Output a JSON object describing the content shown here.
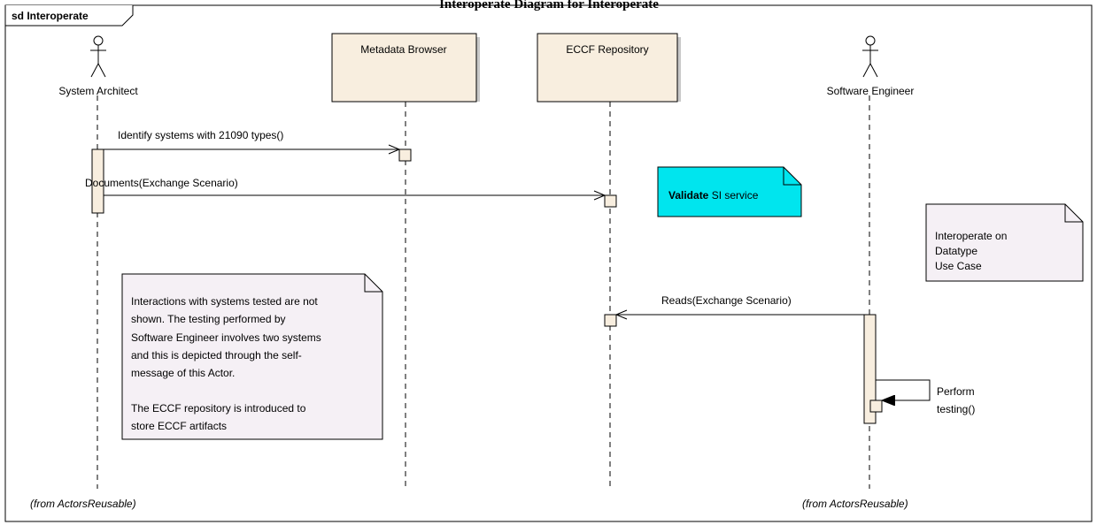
{
  "title_partial": "Interoperate Diagram for Interoperate",
  "frame": {
    "label": "sd Interoperate"
  },
  "actors": {
    "system_architect": {
      "name": "System Architect",
      "origin": "(from ActorsReusable)"
    },
    "software_engineer": {
      "name": "Software Engineer",
      "origin": "(from ActorsReusable)"
    }
  },
  "objects": {
    "metadata_browser": {
      "name": "Metadata Browser"
    },
    "eccf_repository": {
      "name": "ECCF Repository"
    }
  },
  "messages": {
    "identify": "Identify systems with 21090 types()",
    "documents": "Documents(Exchange Scenario)",
    "reads": "Reads(Exchange Scenario)",
    "perform_line1": "Perform",
    "perform_line2": "testing()"
  },
  "notes": {
    "validate": {
      "bold": "Validate",
      "rest": " SI service"
    },
    "use_case": {
      "lines": [
        "Interoperate on",
        "Datatype",
        "Use Case"
      ]
    },
    "interactions": {
      "lines": [
        "Interactions with systems tested are not",
        "shown. The testing performed by",
        "Software Engineer involves two systems",
        "and this is depicted through the self-",
        "message of this Actor.",
        "",
        "The ECCF repository is introduced to",
        "store ECCF artifacts"
      ]
    }
  },
  "colors": {
    "object_fill": "#f8eedf",
    "note_fill": "#f5f0f5",
    "validate_note_fill": "#00e5ee"
  }
}
